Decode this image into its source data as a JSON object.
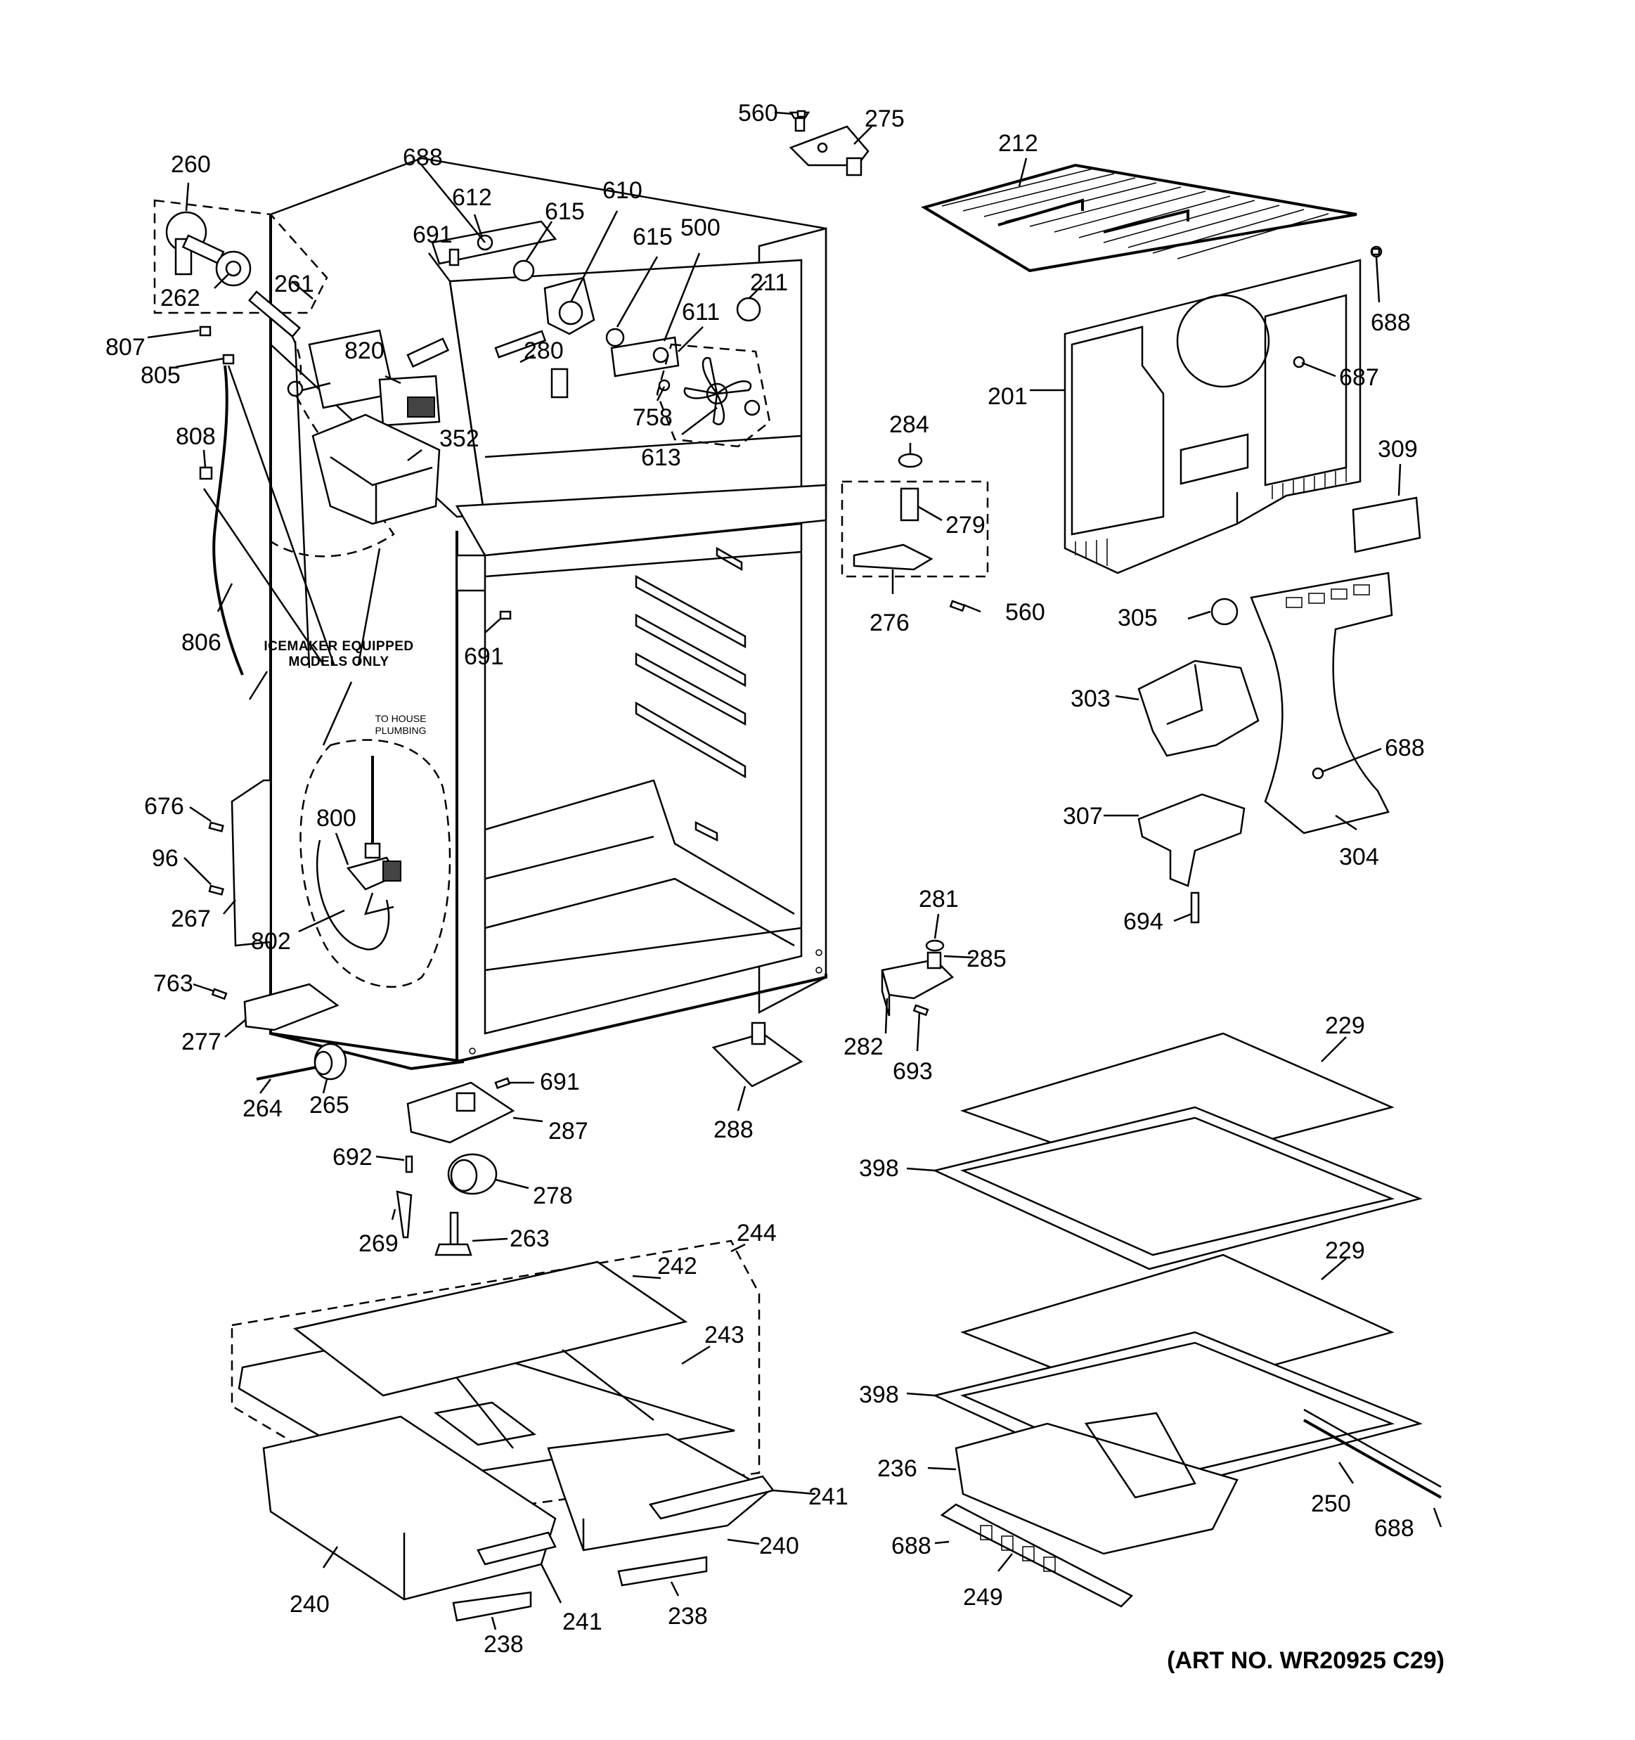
{
  "notes": {
    "icemaker_line1": "ICEMAKER EQUIPPED",
    "icemaker_line2": "MODELS ONLY",
    "house_line1": "TO HOUSE",
    "house_line2": "PLUMBING"
  },
  "art_number": "(ART NO. WR20925 C29)",
  "callouts": [
    {
      "n": "560"
    },
    {
      "n": "275"
    },
    {
      "n": "212"
    },
    {
      "n": "260"
    },
    {
      "n": "688"
    },
    {
      "n": "612"
    },
    {
      "n": "615"
    },
    {
      "n": "610"
    },
    {
      "n": "691"
    },
    {
      "n": "615"
    },
    {
      "n": "500"
    },
    {
      "n": "211"
    },
    {
      "n": "688"
    },
    {
      "n": "262"
    },
    {
      "n": "261"
    },
    {
      "n": "807"
    },
    {
      "n": "820"
    },
    {
      "n": "280"
    },
    {
      "n": "611"
    },
    {
      "n": "687"
    },
    {
      "n": "805"
    },
    {
      "n": "201"
    },
    {
      "n": "758"
    },
    {
      "n": "284"
    },
    {
      "n": "613"
    },
    {
      "n": "808"
    },
    {
      "n": "352"
    },
    {
      "n": "309"
    },
    {
      "n": "279"
    },
    {
      "n": "560"
    },
    {
      "n": "305"
    },
    {
      "n": "276"
    },
    {
      "n": "806"
    },
    {
      "n": "691"
    },
    {
      "n": "303"
    },
    {
      "n": "688"
    },
    {
      "n": "676"
    },
    {
      "n": "800"
    },
    {
      "n": "307"
    },
    {
      "n": "304"
    },
    {
      "n": "96"
    },
    {
      "n": "267"
    },
    {
      "n": "802"
    },
    {
      "n": "281"
    },
    {
      "n": "694"
    },
    {
      "n": "285"
    },
    {
      "n": "763"
    },
    {
      "n": "277"
    },
    {
      "n": "282"
    },
    {
      "n": "693"
    },
    {
      "n": "229"
    },
    {
      "n": "691"
    },
    {
      "n": "264"
    },
    {
      "n": "265"
    },
    {
      "n": "287"
    },
    {
      "n": "288"
    },
    {
      "n": "692"
    },
    {
      "n": "398"
    },
    {
      "n": "278"
    },
    {
      "n": "269"
    },
    {
      "n": "263"
    },
    {
      "n": "244"
    },
    {
      "n": "242"
    },
    {
      "n": "229"
    },
    {
      "n": "243"
    },
    {
      "n": "398"
    },
    {
      "n": "236"
    },
    {
      "n": "241"
    },
    {
      "n": "250"
    },
    {
      "n": "240"
    },
    {
      "n": "688"
    },
    {
      "n": "688"
    },
    {
      "n": "240"
    },
    {
      "n": "249"
    },
    {
      "n": "241"
    },
    {
      "n": "238"
    },
    {
      "n": "238"
    }
  ]
}
